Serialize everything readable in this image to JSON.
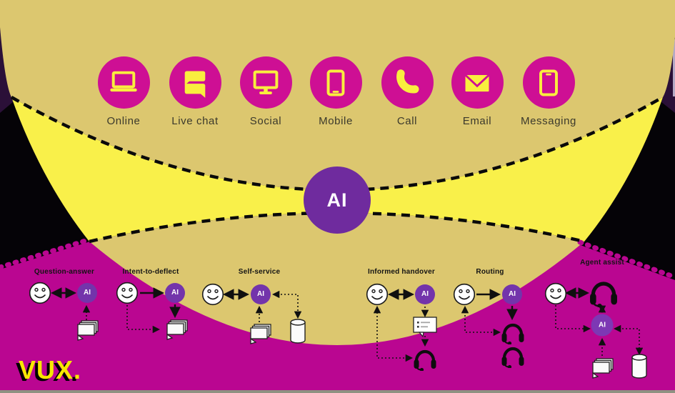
{
  "brand": {
    "logo": "VUX."
  },
  "hub": {
    "label": "AI"
  },
  "channels": [
    {
      "name": "Online",
      "icon": "laptop-icon"
    },
    {
      "name": "Live chat",
      "icon": "chat-bubbles-icon"
    },
    {
      "name": "Social",
      "icon": "monitor-icon"
    },
    {
      "name": "Mobile",
      "icon": "smartphone-icon"
    },
    {
      "name": "Call",
      "icon": "phone-handset-icon"
    },
    {
      "name": "Email",
      "icon": "envelope-icon"
    },
    {
      "name": "Messaging",
      "icon": "smartphone-chat-icon"
    }
  ],
  "use_cases": [
    {
      "title": "Question-answer",
      "ai_label": "AI",
      "elements": [
        "customer-icon",
        "ai-node",
        "documents-icon"
      ]
    },
    {
      "title": "Intent-to-deflect",
      "ai_label": "AI",
      "elements": [
        "customer-icon",
        "ai-node",
        "documents-icon"
      ]
    },
    {
      "title": "Self-service",
      "ai_label": "AI",
      "elements": [
        "customer-icon",
        "ai-node",
        "documents-icon",
        "database-icon"
      ]
    },
    {
      "title": "Informed handover",
      "ai_label": "AI",
      "elements": [
        "customer-icon",
        "ai-node",
        "notes-icon",
        "agent-headset-icon"
      ]
    },
    {
      "title": "Routing",
      "ai_label": "AI",
      "elements": [
        "customer-icon",
        "ai-node",
        "agent-headset-icon",
        "agent-headset-icon"
      ]
    },
    {
      "title": "Agent assist",
      "ai_label": "AI",
      "elements": [
        "customer-icon",
        "agent-headset-icon",
        "ai-node",
        "documents-icon",
        "database-icon"
      ]
    }
  ],
  "colors": {
    "background_black": "#050307",
    "corner_purple": "#2b1038",
    "gold": "#dcc76f",
    "bright_yellow": "#f9f04a",
    "magenta_background": "#ba0691",
    "channel_circle_magenta": "#ce0f94",
    "ai_hub_purple": "#6f2b9e",
    "ai_node_purple": "#7334ab",
    "logo_yellow": "#f7e800"
  }
}
